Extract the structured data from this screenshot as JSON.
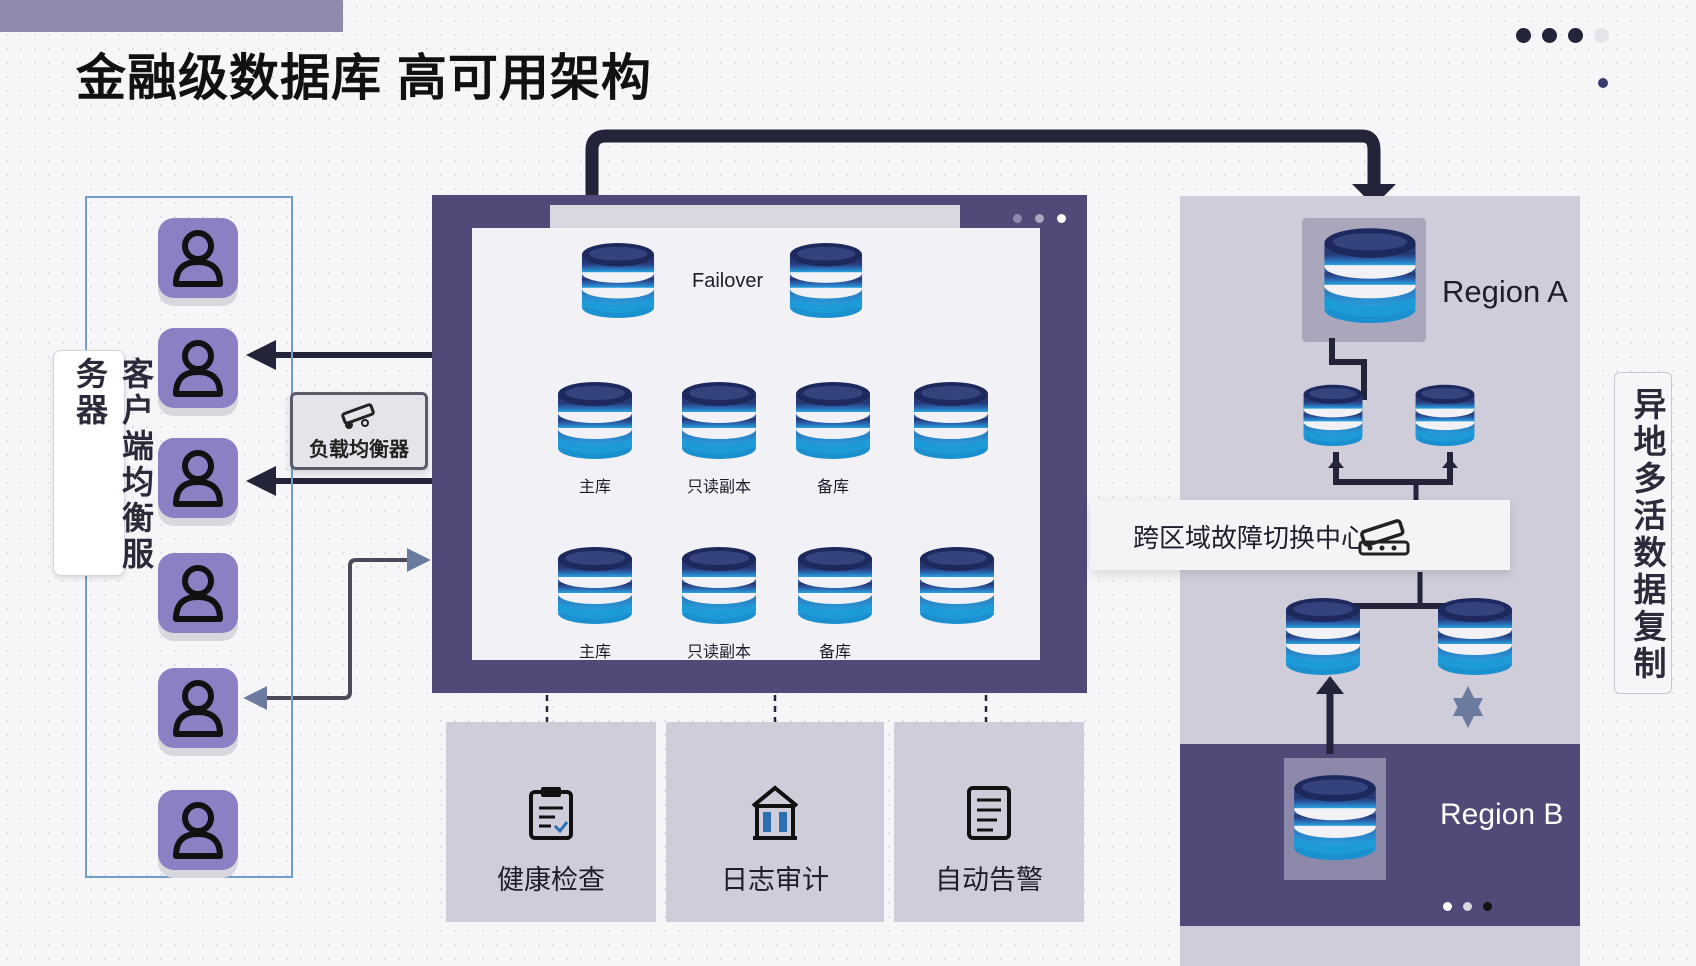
{
  "title": "金融级数据库 高可用架构",
  "clients": {
    "label": "客户端均衡服务器",
    "user_count": 6
  },
  "load_balancer": {
    "label": "负载均衡器"
  },
  "cluster": {
    "failover_label": "Failover",
    "row1": [
      "主库",
      "只读副本",
      "备库"
    ],
    "row2": [
      "主库",
      "只读副本",
      "备库"
    ]
  },
  "monitoring": [
    {
      "label": "健康检查",
      "icon": "clipboard-icon"
    },
    {
      "label": "日志审计",
      "icon": "building-icon"
    },
    {
      "label": "自动告警",
      "icon": "list-document-icon"
    }
  ],
  "regions": {
    "region_a": "Region A",
    "region_b": "Region B",
    "cross_region_label": "跨区域故障切换中心",
    "multi_active_label": "异地多活数据复制"
  },
  "colors": {
    "primary": "#4f4a78",
    "accent": "#8d7fc4",
    "panel": "#cfcdd9",
    "db_top": "#2a3c78",
    "db_band": "#1f8fc8"
  }
}
